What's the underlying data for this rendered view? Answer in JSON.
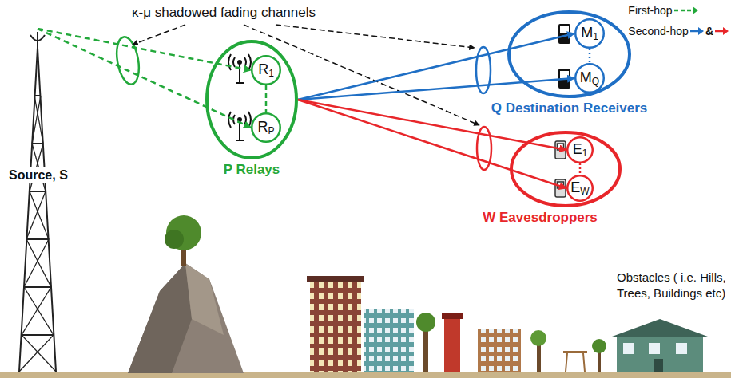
{
  "diagram": {
    "nodes": [
      {
        "text": [
          "Source, S"
        ]
      },
      {
        "text": [
          "P Relays"
        ]
      },
      {
        "text": [
          "R1"
        ],
        "in": 1
      },
      {
        "text": [
          "RP"
        ],
        "in": 1
      },
      {
        "text": [
          "Q Destination Receivers"
        ]
      },
      {
        "text": [
          "M1"
        ],
        "in": 4
      },
      {
        "text": [
          "MQ"
        ],
        "in": 4
      },
      {
        "text": [
          "W Eavesdroppers"
        ]
      },
      {
        "text": [
          "E1"
        ],
        "in": 7
      },
      {
        "text": [
          "EW"
        ],
        "in": 7
      }
    ],
    "edges": [
      {
        "from": 0,
        "to": 2,
        "arrow": "to"
      },
      {
        "from": 0,
        "to": 3,
        "arrow": "to"
      },
      {
        "from": 1,
        "to": 5,
        "arrow": "to"
      },
      {
        "from": 1,
        "to": 6,
        "arrow": "to"
      },
      {
        "from": 1,
        "to": 8,
        "arrow": "to"
      },
      {
        "from": 1,
        "to": 9,
        "arrow": "to"
      },
      {
        "from": 2,
        "to": 3,
        "arrow": "none"
      },
      {
        "from": 5,
        "to": 6,
        "arrow": "none"
      },
      {
        "from": 8,
        "to": 9,
        "arrow": "none"
      }
    ],
    "labels": [
      "κ-μ shadowed fading channels",
      "&",
      "Obstacles ( i.e. Hills, Trees, Buildings etc)"
    ],
    "legend": [
      {
        "text": "First-hop"
      },
      {
        "text": "Second-hop"
      }
    ]
  }
}
